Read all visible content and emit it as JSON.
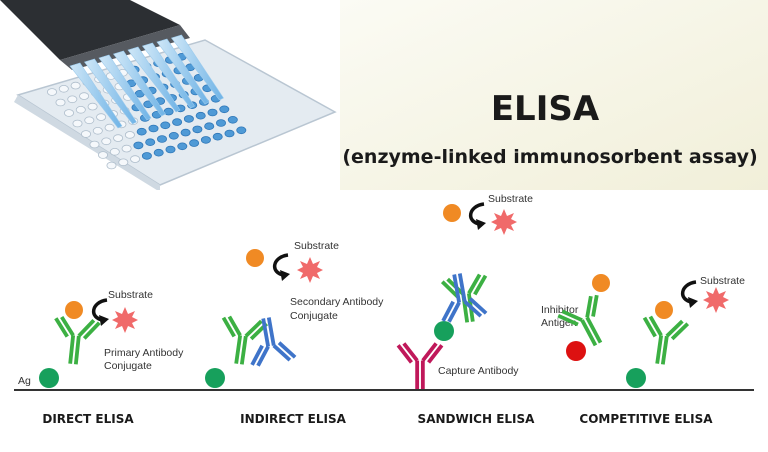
{
  "header": {
    "title": "ELISA",
    "subtitle": "(enzyme-linked immunosorbent assay)"
  },
  "labels": {
    "substrate": "Substrate",
    "ag": "Ag",
    "primary_line1": "Primary Antibody",
    "primary_line2": "Conjugate",
    "secondary_line1": "Secondary Antibody",
    "secondary_line2": "Conjugate",
    "capture": "Capture Antibody",
    "inhibitor_line1": "Inhibitor",
    "inhibitor_line2": "Antigen"
  },
  "panels": [
    {
      "name": "DIRECT ELISA"
    },
    {
      "name": "INDIRECT ELISA"
    },
    {
      "name": "SANDWICH ELISA"
    },
    {
      "name": "COMPETITIVE ELISA"
    }
  ],
  "colors": {
    "primary_antibody": "#3cb043",
    "secondary_antibody": "#3f74c9",
    "capture_antibody": "#c0185a",
    "antigen": "#17a05c",
    "enzyme": "#f08a24",
    "substrate_star": "#f06a6a",
    "inhibitor": "#dd1111"
  }
}
